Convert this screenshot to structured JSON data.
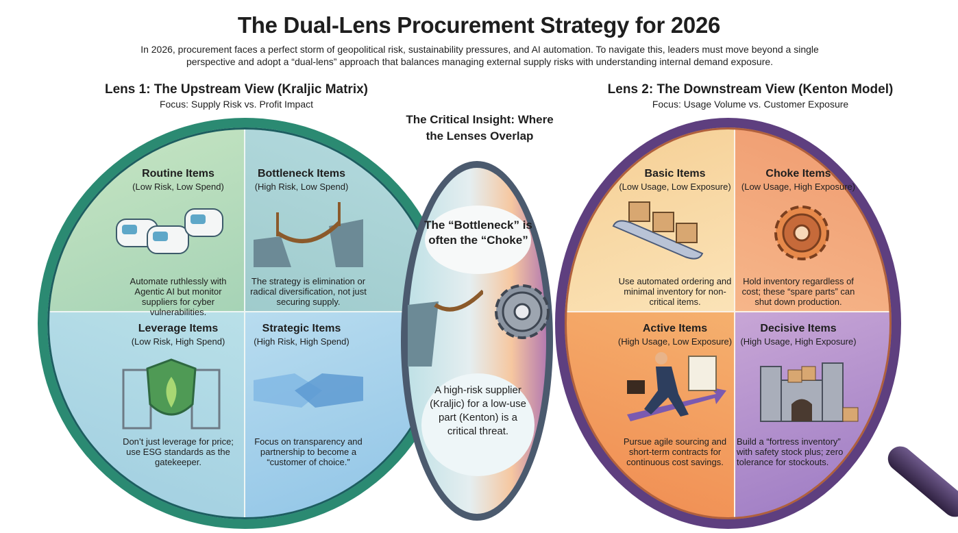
{
  "title": "The Dual-Lens Procurement Strategy for 2026",
  "intro": "In 2026, procurement faces a perfect storm of geopolitical risk, sustainability pressures, and AI automation. To navigate this, leaders must move beyond a single perspective and adopt a “dual-lens” approach that balances managing external supply risks with understanding internal demand exposure.",
  "lens1": {
    "heading": "Lens 1: The Upstream View (Kraljic Matrix)",
    "focus": "Focus: Supply Risk vs. Profit Impact",
    "quadrants": [
      {
        "name": "Routine Items",
        "sub": "(Low Risk, Low Spend)",
        "desc": "Automate ruthlessly with Agentic AI but monitor suppliers for cyber vulnerabilities.",
        "icon": "autonomous-vehicles-icon"
      },
      {
        "name": "Bottleneck Items",
        "sub": "(High Risk, Low Spend)",
        "desc": "The strategy is elimination or radical diversification, not just securing supply.",
        "icon": "rope-bridge-icon"
      },
      {
        "name": "Leverage Items",
        "sub": "(Low Risk, High Spend)",
        "desc": "Don’t just leverage for price; use ESG standards as the gatekeeper.",
        "icon": "shield-gate-icon"
      },
      {
        "name": "Strategic Items",
        "sub": "(High Risk, High Spend)",
        "desc": "Focus on transparency and partnership to become a “customer of choice.”",
        "icon": "handshake-icon"
      }
    ]
  },
  "insight": {
    "heading": "The Critical Insight: Where the Lenses Overlap",
    "top": "The “Bottleneck” is often the “Choke”",
    "bottom": "A high-risk supplier (Kraljic) for a low-use part (Kenton) is a critical threat."
  },
  "lens2": {
    "heading": "Lens 2: The Downstream View (Kenton Model)",
    "focus": "Focus: Usage Volume vs. Customer Exposure",
    "quadrants": [
      {
        "name": "Basic Items",
        "sub": "(Low Usage, Low Exposure)",
        "desc": "Use automated ordering and minimal inventory for non-critical items.",
        "icon": "conveyor-belt-icon"
      },
      {
        "name": "Choke Items",
        "sub": "(Low Usage, High Exposure)",
        "desc": "Hold inventory regardless of cost; these “spare parts” can shut down production.",
        "icon": "gear-icon"
      },
      {
        "name": "Active Items",
        "sub": "(High Usage, Low Exposure)",
        "desc": "Pursue agile sourcing and short-term contracts for continuous cost savings.",
        "icon": "running-businessman-icon"
      },
      {
        "name": "Decisive Items",
        "sub": "(High Usage, High Exposure)",
        "desc": "Build a “fortress inventory” with safety stock plus; zero tolerance for stockouts.",
        "icon": "fortress-icon"
      }
    ]
  },
  "colors": {
    "green": "#2e8a6e",
    "purple": "#5b3f7a",
    "orange": "#ef8a4c"
  }
}
